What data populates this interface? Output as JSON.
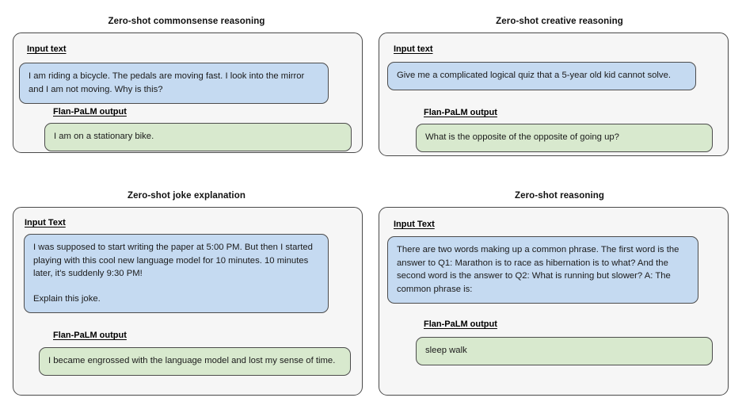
{
  "panels": [
    {
      "title": "Zero-shot commonsense reasoning",
      "input_label": "Input text",
      "input_text": "I am riding a bicycle. The pedals are moving fast. I look into the mirror and I am not moving. Why is this?",
      "output_label": "Flan-PaLM output",
      "output_text": "I am on a stationary bike."
    },
    {
      "title": "Zero-shot creative reasoning",
      "input_label": "Input text",
      "input_text": "Give me a complicated logical quiz that a 5-year old kid cannot solve.",
      "output_label": "Flan-PaLM output",
      "output_text": "What is the opposite of the opposite of going up?"
    },
    {
      "title": "Zero-shot joke explanation",
      "input_label": "Input Text",
      "input_text_p1": "I was supposed to start writing the paper at 5:00 PM. But then I started playing with this cool new language model for 10 minutes. 10 minutes later, it's suddenly 9:30 PM!",
      "input_text_p2": "Explain this joke.",
      "output_label": "Flan-PaLM output",
      "output_text": "I became engrossed with the language model and lost my sense of time."
    },
    {
      "title": "Zero-shot reasoning",
      "input_label": "Input Text",
      "input_text": "There are two words making up a common phrase. The first word is the answer to Q1: Marathon is to race as hibernation is to what? And the second word is the answer to Q2: What is running but slower? A: The common phrase is:",
      "output_label": "Flan-PaLM output",
      "output_text": "sleep walk"
    }
  ],
  "colors": {
    "input_bubble": "#c5daf1",
    "output_bubble": "#d8e9ce",
    "card_background": "#f6f6f6",
    "border": "#4a4a4a",
    "page_background": "#ffffff"
  }
}
